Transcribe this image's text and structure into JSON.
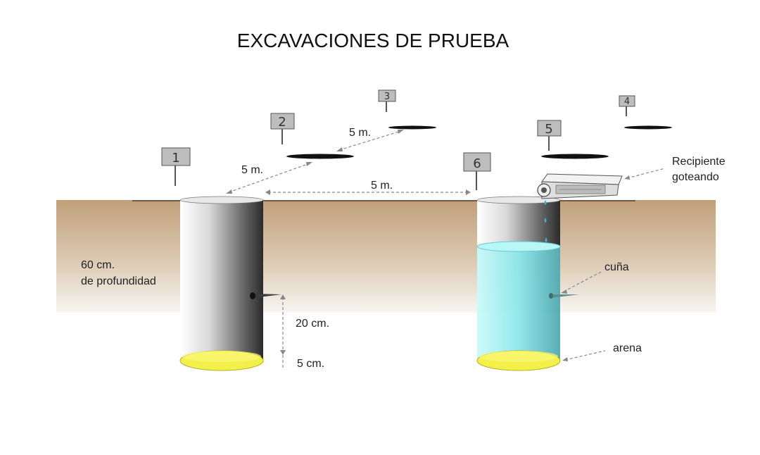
{
  "title": "EXCAVACIONES DE PRUEBA",
  "labels": {
    "depth_line1": "60 cm.",
    "depth_line2": "de profundidad",
    "height_20": "20 cm.",
    "height_5": "5 cm.",
    "dist_a": "5 m.",
    "dist_b": "5 m.",
    "dist_c": "5 m.",
    "container_line1": "Recipiente",
    "container_line2": "goteando",
    "wedge": "cuña",
    "sand": "arena"
  },
  "signs": [
    "1",
    "2",
    "3",
    "4",
    "5",
    "6"
  ],
  "colors": {
    "soil": "#c2a27e",
    "water": "#9ff3f5",
    "sand": "#f4f04a",
    "sign": "#bdbdbd"
  }
}
